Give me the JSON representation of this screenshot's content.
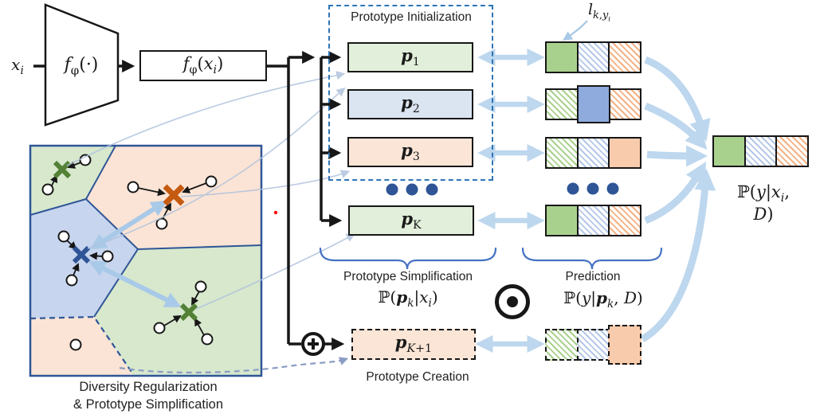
{
  "labels": {
    "input_html": "<i>x</i><sub><i>i</i></sub>",
    "encoder_html": "<i>f</i><sub>φ</sub>(·)",
    "embedding_html": "<i>f</i><sub>φ</sub>(<i>x</i><sub><i>i</i></sub>)",
    "init_title": "Prototype Initialization",
    "weight_label_html": "<i>l</i><sub><i>k</i>,<i>y</i><sub><i>i</i></sub></sub>",
    "simplification_title": "Prototype Simplification",
    "simplification_formula_html": "ℙ(<b><i>p</i></b><sub><i>k</i></sub>|<i>x</i><sub><i>i</i></sub>)",
    "prediction_title": "Prediction",
    "prediction_formula_html": "ℙ(<i>y</i>|<b><i>p</i></b><sub><i>k</i></sub>, <i>D</i>)",
    "output_formula_html": "ℙ(<i>y</i>|<i>x</i><sub><i>i</i></sub>, <i>D</i>)",
    "creation_title": "Prototype Creation",
    "voronoi_caption_line1": "Diversity Regularization",
    "voronoi_caption_line2": "& Prototype Simplification"
  },
  "prototypes": [
    {
      "id": "p1",
      "label_html": "<b><i>p</i></b><sub>1</sub>",
      "tone": "green"
    },
    {
      "id": "p2",
      "label_html": "<b><i>p</i></b><sub>2</sub>",
      "tone": "blue"
    },
    {
      "id": "p3",
      "label_html": "<b><i>p</i></b><sub>3</sub>",
      "tone": "peach"
    },
    {
      "id": "pK",
      "label_html": "<b><i>p</i></b><sub>K</sub>",
      "tone": "green"
    },
    {
      "id": "pK1",
      "label_html": "<b><i>p</i></b><sub><i>K</i>+1</sub>",
      "tone": "peach",
      "dashed": true
    }
  ],
  "bars": [
    {
      "id": "bar-1",
      "border": "solid",
      "segments": [
        {
          "type": "green-solid"
        },
        {
          "type": "blue-hatch"
        },
        {
          "type": "orange-hatch"
        }
      ]
    },
    {
      "id": "bar-2",
      "border": "solid",
      "segments": [
        {
          "type": "green-hatch"
        },
        {
          "type": "blue-solid",
          "emphasis": true
        },
        {
          "type": "orange-hatch"
        }
      ]
    },
    {
      "id": "bar-3",
      "border": "solid",
      "segments": [
        {
          "type": "green-hatch"
        },
        {
          "type": "blue-hatch"
        },
        {
          "type": "orange-solid"
        }
      ]
    },
    {
      "id": "bar-K",
      "border": "solid",
      "segments": [
        {
          "type": "green-solid"
        },
        {
          "type": "blue-hatch"
        },
        {
          "type": "orange-hatch"
        }
      ]
    },
    {
      "id": "bar-new",
      "border": "dashed",
      "segments": [
        {
          "type": "green-hatch"
        },
        {
          "type": "blue-hatch"
        },
        {
          "type": "orange-solid",
          "emphasis": true
        }
      ]
    },
    {
      "id": "bar-final",
      "border": "solid",
      "segments": [
        {
          "type": "green-solid"
        },
        {
          "type": "blue-hatch"
        },
        {
          "type": "orange-hatch"
        }
      ]
    }
  ],
  "operators": {
    "sum_icon": "circled-plus",
    "hadamard_icon": "circled-dot"
  },
  "colors": {
    "class_green_solid": "#a9d18e",
    "class_blue_solid": "#8faadc",
    "class_orange_solid": "#f8cbad",
    "proto_green_fill": "#e2efda",
    "proto_blue_fill": "#dbe5f2",
    "proto_peach_fill": "#fbe5d6",
    "hatch_green": "#a9d18e",
    "hatch_blue": "#b4c7e7",
    "hatch_orange": "#f4b183",
    "arrow_light_blue": "#bdd7ee",
    "brace_blue": "#4472c4",
    "init_box_dash_blue": "#2e75b6",
    "voronoi_border_navy": "#2f5597",
    "voronoi_green": "#d7e8cd",
    "voronoi_blue": "#c7d5ee",
    "voronoi_peach": "#fbe4d5",
    "x_green": "#538135",
    "x_orange": "#c55a11",
    "x_blue": "#2f5597",
    "ellipsis_navy": "#2f5597"
  }
}
